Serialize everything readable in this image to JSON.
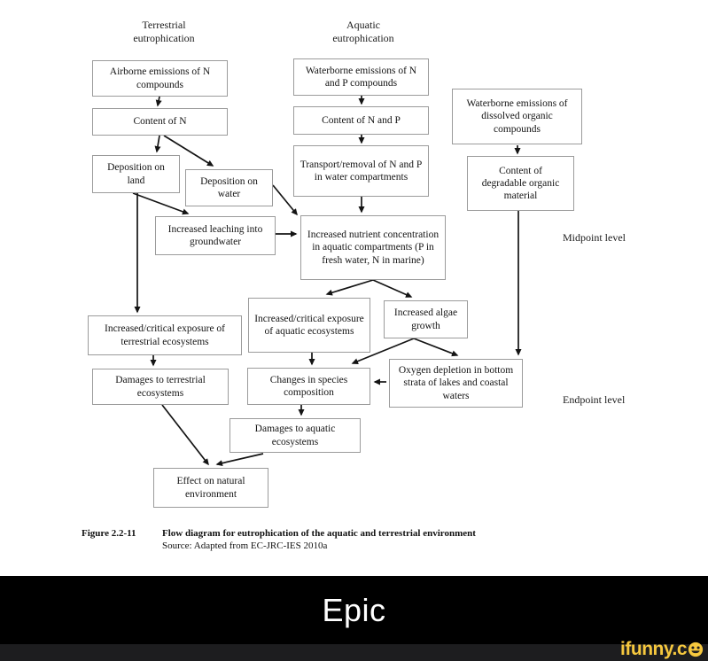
{
  "diagram": {
    "headers": {
      "terrestrial": "Terrestrial eutrophication",
      "aquatic": "Aquatic eutrophication"
    },
    "boxes": {
      "airborne_emissions": "Airborne emissions of N compounds",
      "waterborne_emissions_np": "Waterborne emissions of N and P compounds",
      "waterborne_emissions_organic": "Waterborne emissions of dissolved organic compounds",
      "content_n": "Content of N",
      "content_np": "Content of N and P",
      "transport_removal": "Transport/removal of N and P in water compartments",
      "content_degradable": "Content of degradable organic material",
      "deposition_land": "Deposition on land",
      "deposition_water": "Deposition on water",
      "increased_leaching": "Increased leaching into groundwater",
      "increased_nutrient": "Increased nutrient concentration in aquatic compartments (P in fresh water, N in marine)",
      "exposure_aquatic": "Increased/critical exposure of aquatic ecosystems",
      "increased_algae": "Increased algae growth",
      "exposure_terrestrial": "Increased/critical exposure of terrestrial ecosystems",
      "damages_terrestrial": "Damages to terrestrial ecosystems",
      "changes_species": "Changes in species composition",
      "oxygen_depletion": "Oxygen depletion in bottom strata of lakes and coastal waters",
      "damages_aquatic": "Damages to aquatic ecosystems",
      "effect_natural": "Effect on natural environment"
    },
    "side_labels": {
      "midpoint": "Midpoint level",
      "endpoint": "Endpoint level"
    },
    "edges": [
      [
        "airborne_emissions",
        "content_n"
      ],
      [
        "waterborne_emissions_np",
        "content_np"
      ],
      [
        "waterborne_emissions_organic",
        "content_degradable"
      ],
      [
        "content_n",
        "deposition_land"
      ],
      [
        "content_n",
        "deposition_water"
      ],
      [
        "content_np",
        "transport_removal"
      ],
      [
        "transport_removal",
        "increased_nutrient"
      ],
      [
        "deposition_land",
        "increased_leaching"
      ],
      [
        "deposition_land",
        "exposure_terrestrial"
      ],
      [
        "deposition_water",
        "increased_nutrient"
      ],
      [
        "increased_leaching",
        "increased_nutrient"
      ],
      [
        "content_degradable",
        "oxygen_depletion"
      ],
      [
        "increased_nutrient",
        "exposure_aquatic"
      ],
      [
        "increased_nutrient",
        "increased_algae"
      ],
      [
        "exposure_terrestrial",
        "damages_terrestrial"
      ],
      [
        "exposure_aquatic",
        "changes_species"
      ],
      [
        "increased_algae",
        "changes_species"
      ],
      [
        "increased_algae",
        "oxygen_depletion"
      ],
      [
        "oxygen_depletion",
        "changes_species"
      ],
      [
        "changes_species",
        "damages_aquatic"
      ],
      [
        "damages_terrestrial",
        "effect_natural"
      ],
      [
        "damages_aquatic",
        "effect_natural"
      ]
    ],
    "caption": {
      "figure_label": "Figure 2.2-11",
      "title": "Flow diagram for eutrophication of the aquatic and terrestrial environment",
      "source": "Source: Adapted from EC-JRC-IES 2010a"
    }
  },
  "meme": {
    "caption": "Epic"
  },
  "watermark": {
    "label": "ifunny.c",
    "icon": "smiley-face"
  },
  "colors": {
    "bar_background": "#000000",
    "strip_background": "#1d1d1f",
    "watermark_yellow": "#f6c83e",
    "box_border": "#9b9b9b",
    "diagram_text": "#141414"
  }
}
